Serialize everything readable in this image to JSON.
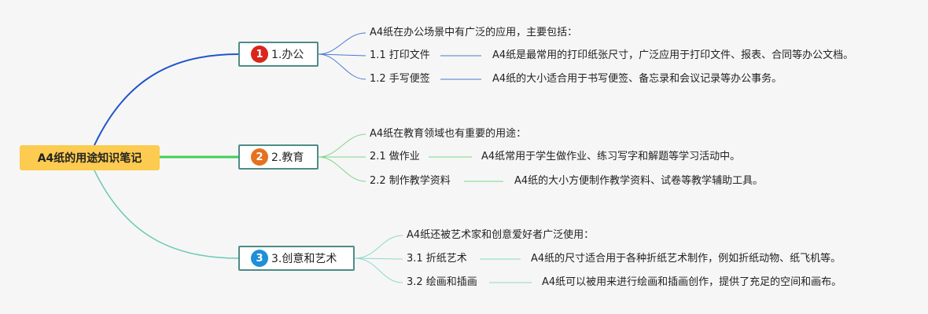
{
  "root": {
    "label": "A4纸的用途知识笔记"
  },
  "branches": [
    {
      "number": "1",
      "label": "1.办公",
      "badge_color": "#d9261c",
      "edge_color": "#1f55c9",
      "leaf_color": "#4a78d4",
      "intro": "A4纸在办公场景中有广泛的应用，主要包括：",
      "items": [
        {
          "title": "1.1 打印文件",
          "desc": "A4纸是最常用的打印纸张尺寸，广泛应用于打印文件、报表、合同等办公文档。"
        },
        {
          "title": "1.2 手写便签",
          "desc": "A4纸的大小适合用于书写便签、备忘录和会议记录等办公事务。"
        }
      ]
    },
    {
      "number": "2",
      "label": "2.教育",
      "badge_color": "#e5711f",
      "edge_color": "#3fcf58",
      "leaf_color": "#7ed68a",
      "intro": "A4纸在教育领域也有重要的用途：",
      "items": [
        {
          "title": "2.1 做作业",
          "desc": "A4纸常用于学生做作业、练习写字和解题等学习活动中。"
        },
        {
          "title": "2.2 制作教学资料",
          "desc": "A4纸的大小方便制作教学资料、试卷等教学辅助工具。"
        }
      ]
    },
    {
      "number": "3",
      "label": "3.创意和艺术",
      "badge_color": "#1f8fd6",
      "edge_color": "#6cc8b4",
      "leaf_color": "#8ed8c8",
      "intro": "A4纸还被艺术家和创意爱好者广泛使用：",
      "items": [
        {
          "title": "3.1 折纸艺术",
          "desc": "A4纸的尺寸适合用于各种折纸艺术制作，例如折纸动物、纸飞机等。"
        },
        {
          "title": "3.2 绘画和插画",
          "desc": "A4纸可以被用来进行绘画和插画创作，提供了充足的空间和画布。"
        }
      ]
    }
  ]
}
